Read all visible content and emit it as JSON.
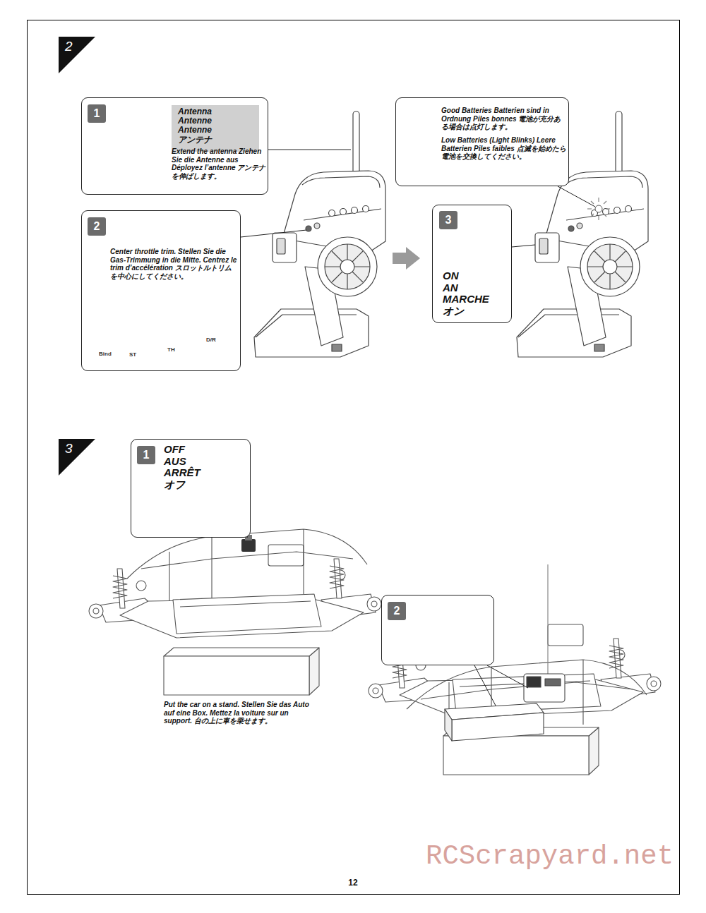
{
  "diagram": {
    "nodes": [
      {
        "text": [
          "2"
        ]
      },
      {
        "text": [
          "1",
          "Extend the antenna Ziehen Sie die Antenne aus Déployez l’antenne アンテナを伸ばします。"
        ]
      },
      {
        "text": [
          "Antenna Antenne Antenne アンテナ"
        ],
        "in": 1
      },
      {
        "text": [
          "2",
          "Center throttle trim. Stellen Sie die Gas-Trimmung in die Mitte. Centrez le trim d’accélération スロットルトリムを中心にしてください。"
        ]
      },
      {
        "text": [
          "Good Batteries Batterien sind in Ordnung Piles bonnes 電池が充分ある場合は点灯します。",
          "Low Batteries (Light Blinks) Leere Batterien Piles faibles 点滅を始めたら電池を交換してください。"
        ]
      },
      {
        "text": [
          "3",
          "ON AN MARCHE オン"
        ]
      },
      {
        "text": [
          "3"
        ]
      },
      {
        "text": [
          "1",
          "OFF AUS ARRÊT オフ"
        ]
      },
      {
        "text": [
          "2"
        ]
      }
    ],
    "labels": [
      "Bind",
      "ST",
      "TH",
      "D/R",
      "Put the car on a stand. Stellen Sie das Auto auf eine Box. Mettez la voiture sur un support. 台の上に車を乗せます。",
      "12",
      "RCScrapyard.net"
    ]
  }
}
